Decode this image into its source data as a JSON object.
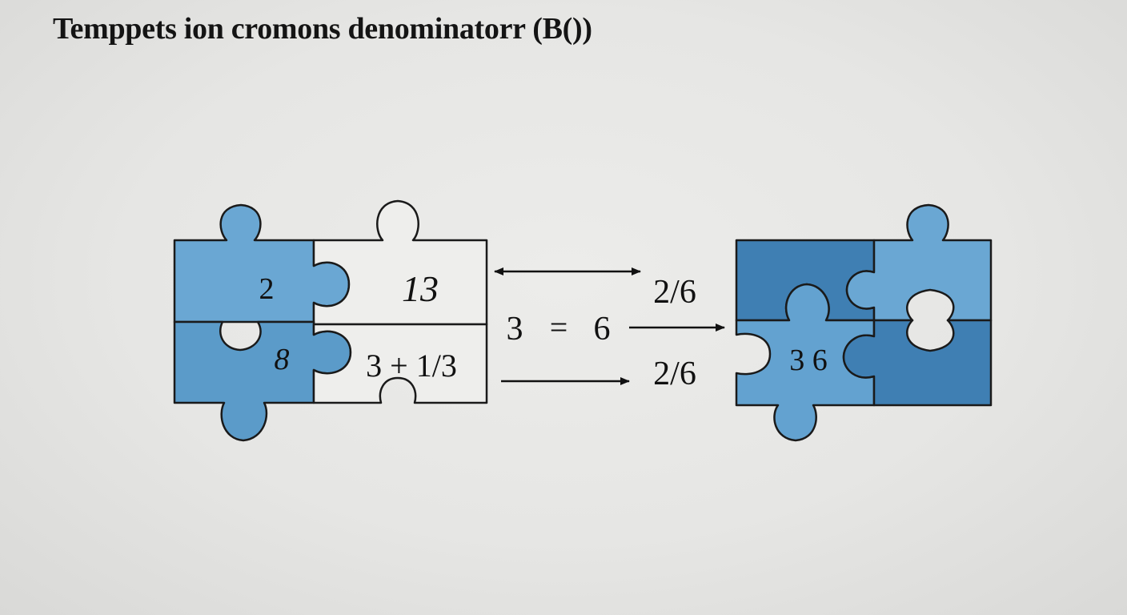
{
  "title": "Temppets ion cromons denominatorr (B())",
  "colors": {
    "background": "#e8e8e6",
    "piece_light": "#6aa7d3",
    "piece_mid": "#5b9bc9",
    "piece_dark": "#3f7fb3",
    "piece_white": "#eeeeec",
    "outline": "#1a1a1a"
  },
  "left_puzzle": {
    "top_left": "2",
    "top_right": "13",
    "bottom_left": "8",
    "bottom_right": "3 + 1/3"
  },
  "middle": {
    "top_result": "2/6",
    "equation_left": "3",
    "equation_equals": "=",
    "equation_right": "6",
    "bottom_result": "2/6"
  },
  "right_puzzle": {
    "label": "3 6"
  }
}
